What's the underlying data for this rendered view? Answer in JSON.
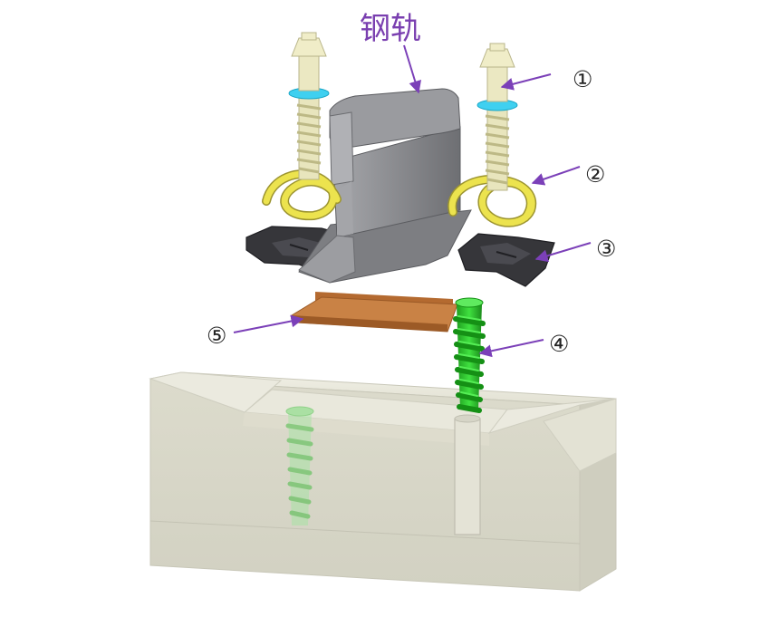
{
  "labels": {
    "rail": "钢轨",
    "n1": "①",
    "n2": "②",
    "n3": "③",
    "n4": "④",
    "n5": "⑤"
  },
  "colors": {
    "arrow": "#7b40b8",
    "rail": "#8d8e92",
    "sleeper": "#e8e7da",
    "bolt": "#e6e3b8",
    "washer": "#29c8e8",
    "clip": "#e9e04a",
    "plate": "#2c2c30",
    "pad": "#c47a3d",
    "dowel": "#33cc33"
  }
}
